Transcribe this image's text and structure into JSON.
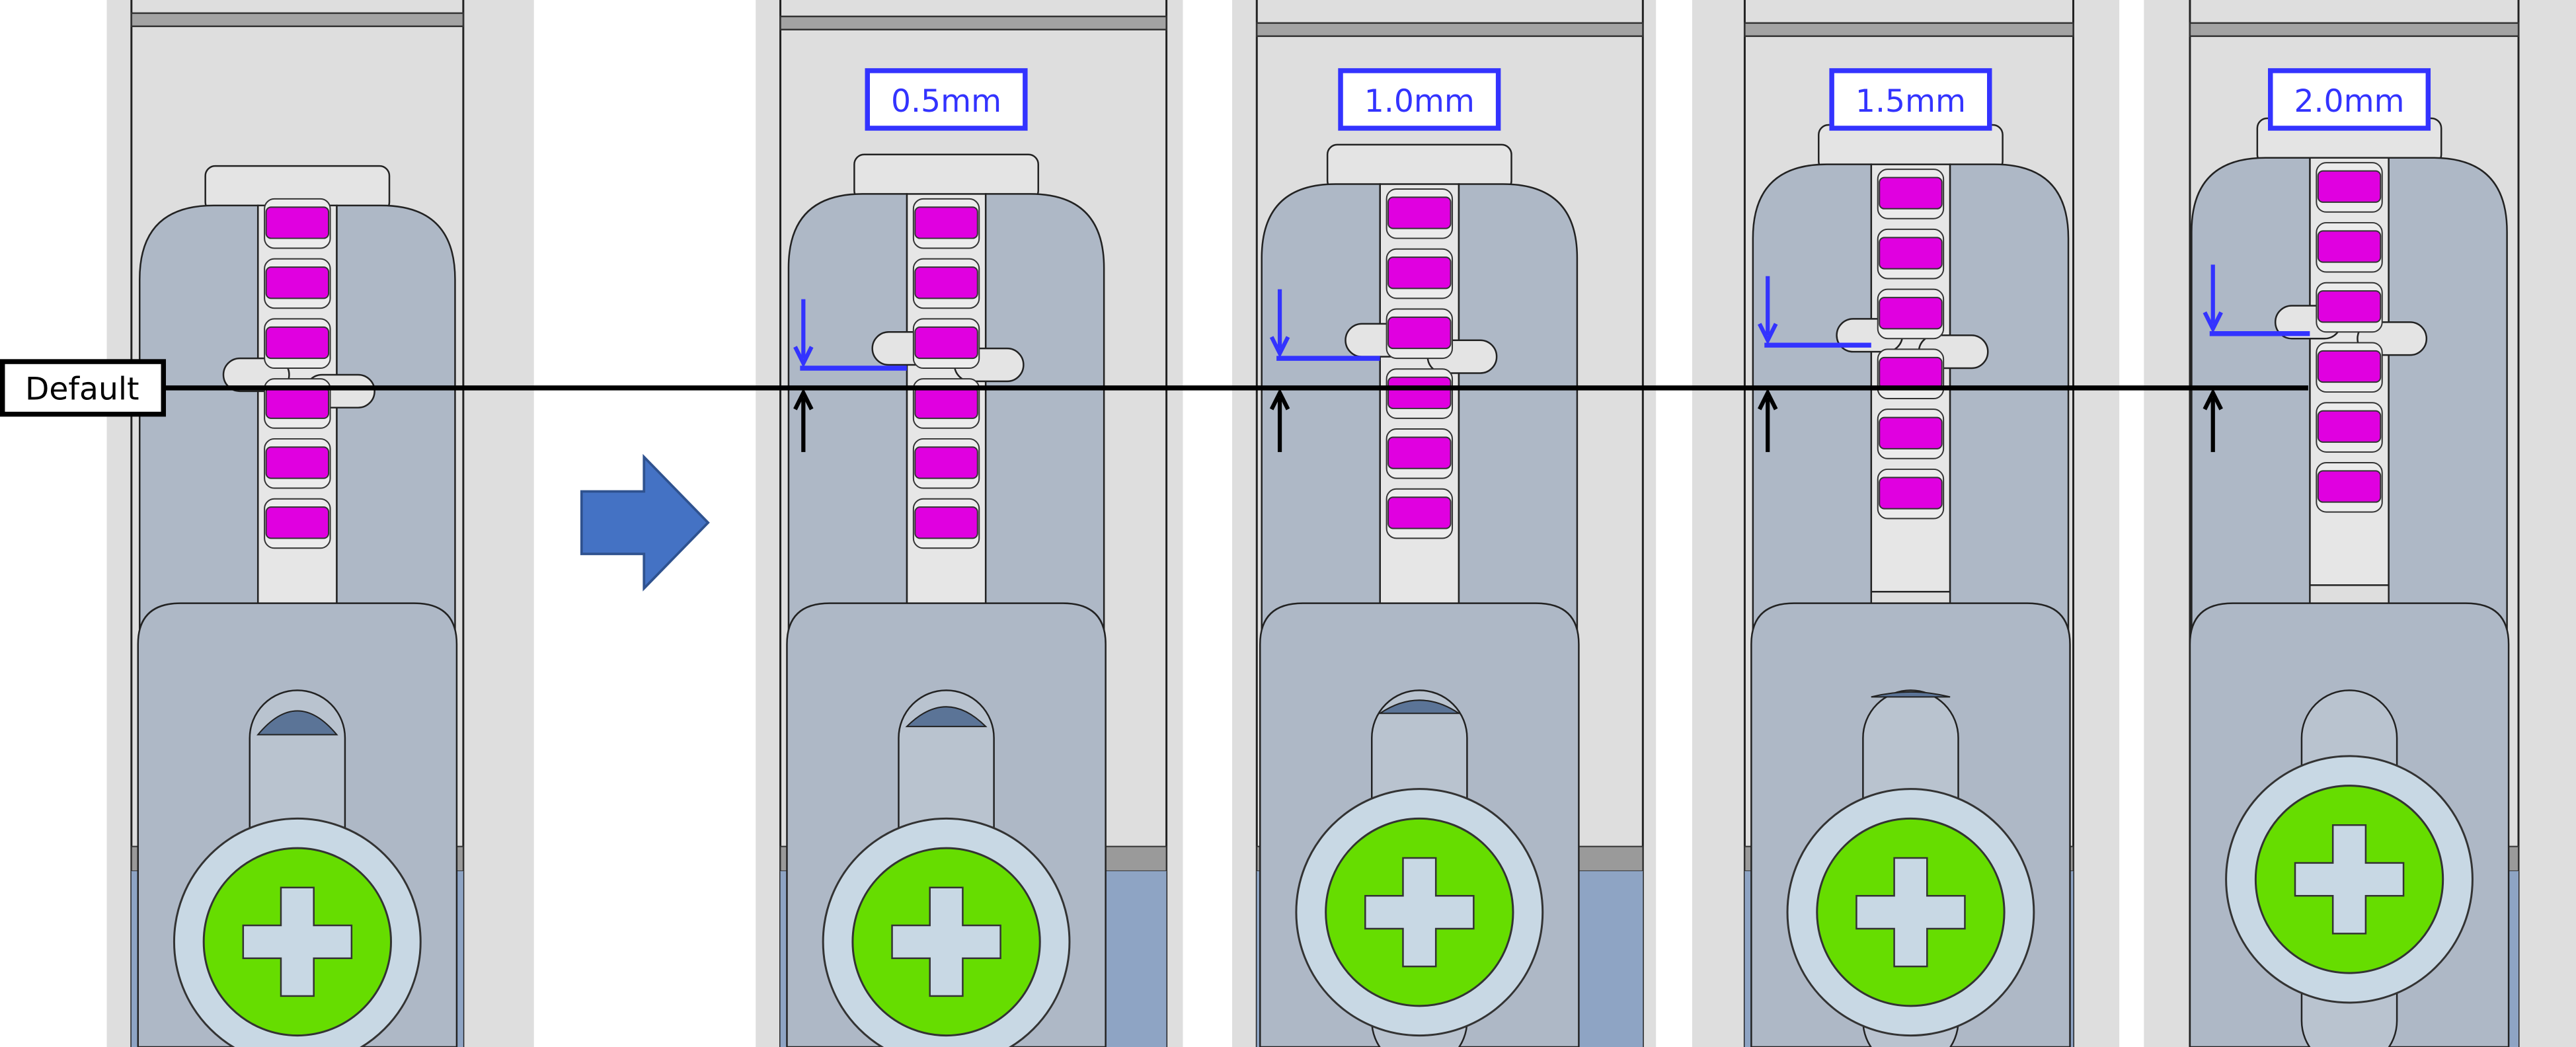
{
  "diagram": {
    "default_label": "Default",
    "panels": [
      {
        "label": ""
      },
      {
        "label": "0.5mm"
      },
      {
        "label": "1.0mm"
      },
      {
        "label": "1.5mm"
      },
      {
        "label": "2.0mm"
      }
    ],
    "colors": {
      "background": "#ffffff",
      "panel_bg": "#dedede",
      "body": "#aeb8c6",
      "pad": "#e000e0",
      "screw_head": "#66dd00",
      "washer": "#c8d8e4",
      "indicator": "#3333ff",
      "arrow": "#4472c4",
      "slot_cap": "#5b7497"
    },
    "icons": {
      "transition_arrow": "right-block-arrow"
    }
  }
}
